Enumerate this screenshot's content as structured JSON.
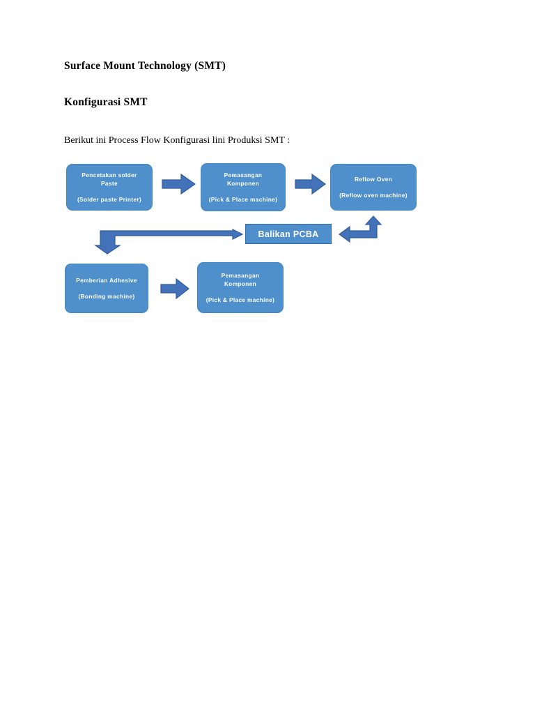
{
  "document": {
    "title": "Surface Mount Technology (SMT)",
    "subtitle": "Konfigurasi SMT",
    "intro": "Berikut ini Process Flow Konfigurasi lini Produksi SMT :"
  },
  "colors": {
    "node_fill": "#4e8fcc",
    "node_border": "#4387c4",
    "rect_border": "#2f6fb0",
    "arrow_fill": "#4472b8",
    "arrow_border": "#2f5c9e",
    "node_text": "#ffffff",
    "page_background": "#ffffff",
    "body_text": "#000000"
  },
  "diagram": {
    "type": "process-flow",
    "nodes": [
      {
        "id": "solder-paste",
        "shape": "rounded-rectangle",
        "name_line1": "Pencetakan solder",
        "name_line2": "Paste",
        "machine": "(Solder paste Printer)"
      },
      {
        "id": "pick-place-1",
        "shape": "rounded-rectangle",
        "name_line1": "Pemasangan",
        "name_line2": "Komponen",
        "machine": "(Pick & Place machine)"
      },
      {
        "id": "reflow-oven",
        "shape": "rounded-rectangle",
        "name_line1": "Reflow Oven",
        "name_line2": "",
        "machine": "(Reflow oven machine)"
      },
      {
        "id": "balikan-pcba",
        "shape": "rectangle",
        "name_line1": "Balikan PCBA",
        "name_line2": "",
        "machine": ""
      },
      {
        "id": "adhesive",
        "shape": "rounded-rectangle",
        "name_line1": "Pemberian Adhesive",
        "name_line2": "",
        "machine": "(Bonding machine)"
      },
      {
        "id": "pick-place-2",
        "shape": "rounded-rectangle",
        "name_line1": "Pemasangan",
        "name_line2": "Komponen",
        "machine": "(Pick & Place machine)"
      }
    ],
    "connectors": [
      {
        "id": "arrow-solder-to-pick1",
        "from": "solder-paste",
        "to": "pick-place-1",
        "style": "block-arrow",
        "direction": "right"
      },
      {
        "id": "arrow-pick1-to-reflow",
        "from": "pick-place-1",
        "to": "reflow-oven",
        "style": "block-arrow",
        "direction": "right"
      },
      {
        "id": "elbow-reflow-to-balikan",
        "from": "reflow-oven",
        "to": "balikan-pcba",
        "style": "elbow-double-arrow",
        "direction": "up-left"
      },
      {
        "id": "elbow-balikan-to-adhesive",
        "from": "balikan-pcba",
        "to": "adhesive",
        "style": "elbow-double-arrow",
        "direction": "right-down"
      },
      {
        "id": "arrow-adhesive-to-pick2",
        "from": "adhesive",
        "to": "pick-place-2",
        "style": "block-arrow",
        "direction": "right"
      }
    ]
  }
}
